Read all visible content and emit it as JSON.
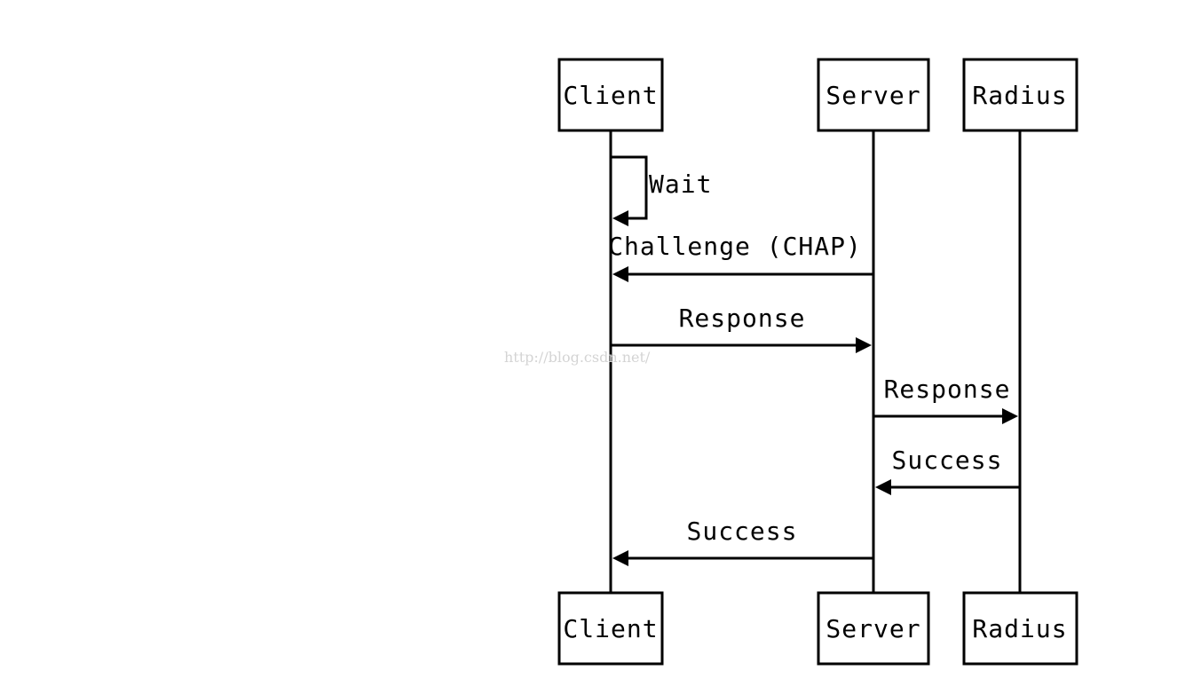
{
  "actors": [
    {
      "id": "client",
      "label": "Client"
    },
    {
      "id": "server",
      "label": "Server"
    },
    {
      "id": "radius",
      "label": "Radius"
    }
  ],
  "messages": [
    {
      "from": "client",
      "to": "client",
      "label": "Wait",
      "self": true
    },
    {
      "from": "server",
      "to": "client",
      "label": "Challenge (CHAP)"
    },
    {
      "from": "client",
      "to": "server",
      "label": "Response"
    },
    {
      "from": "server",
      "to": "radius",
      "label": "Response"
    },
    {
      "from": "radius",
      "to": "server",
      "label": "Success"
    },
    {
      "from": "server",
      "to": "client",
      "label": "Success"
    }
  ],
  "watermark": "http://blog.csdn.net/",
  "colors": {
    "line": "#000000",
    "background": "#ffffff",
    "watermark": "#d4d4d4"
  }
}
